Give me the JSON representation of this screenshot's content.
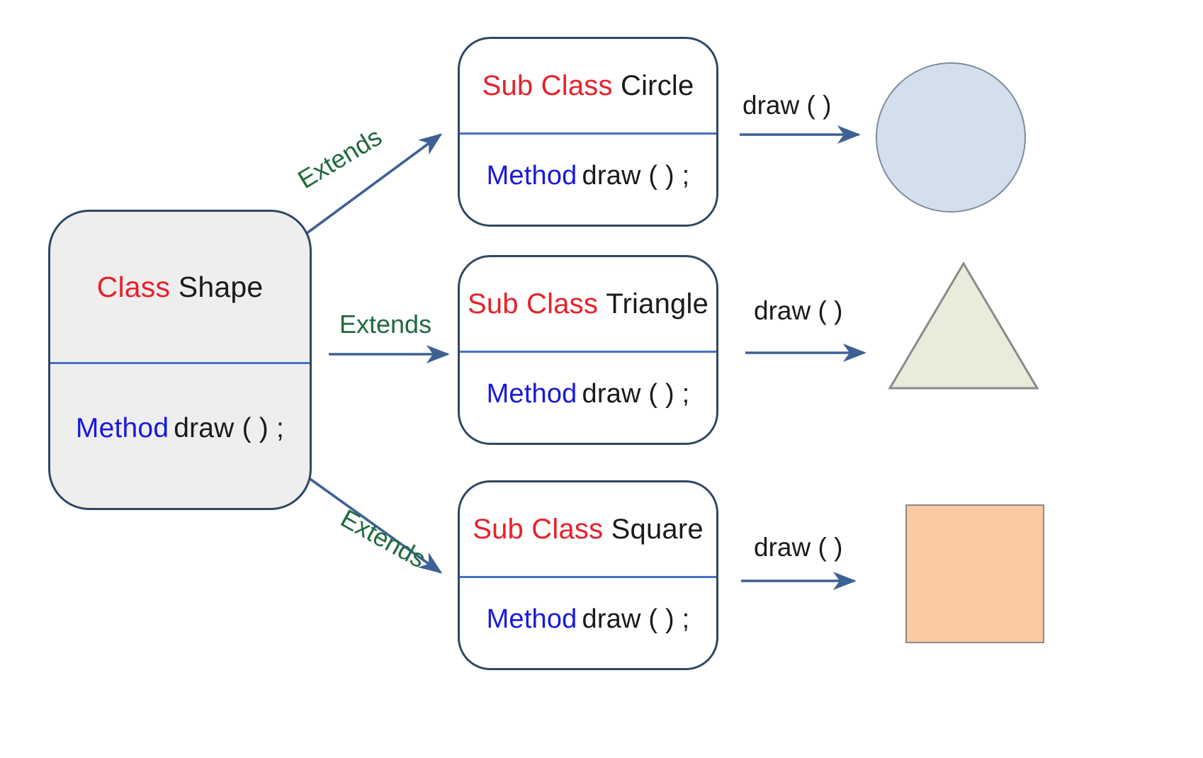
{
  "diagram": {
    "title": "Polymorphism / Inheritance class diagram",
    "colors": {
      "keyword_class": "#e8202a",
      "keyword_method": "#1818e0",
      "identifier": "#1a1a1a",
      "extends_label": "#1f6a3d",
      "box_border": "#2f4764",
      "box_divider": "#4472c4",
      "base_box_fill": "#eeeeee",
      "sub_box_fill": "#ffffff",
      "arrow": "#3d6194",
      "circle_fill": "#d4dfee",
      "circle_stroke": "#7f8c9c",
      "triangle_fill": "#e9ecdb",
      "triangle_stroke": "#8a8a8a",
      "square_fill": "#fbcaa2",
      "square_stroke": "#8a8a8a"
    }
  },
  "base_class": {
    "keyword": "Class",
    "name": "Shape",
    "method_keyword": "Method",
    "method_signature": "draw ( ) ;"
  },
  "sub_classes": [
    {
      "keyword": "Sub Class",
      "name": "Circle",
      "method_keyword": "Method",
      "method_signature": "draw ( ) ;",
      "relation_label": "Extends",
      "call_label": "draw ( )",
      "result_shape": "circle"
    },
    {
      "keyword": "Sub Class",
      "name": "Triangle",
      "method_keyword": "Method",
      "method_signature": "draw ( ) ;",
      "relation_label": "Extends",
      "call_label": "draw ( )",
      "result_shape": "triangle"
    },
    {
      "keyword": "Sub Class",
      "name": "Square",
      "method_keyword": "Method",
      "method_signature": "draw ( ) ;",
      "relation_label": "Extends",
      "call_label": "draw ( )",
      "result_shape": "square"
    }
  ]
}
